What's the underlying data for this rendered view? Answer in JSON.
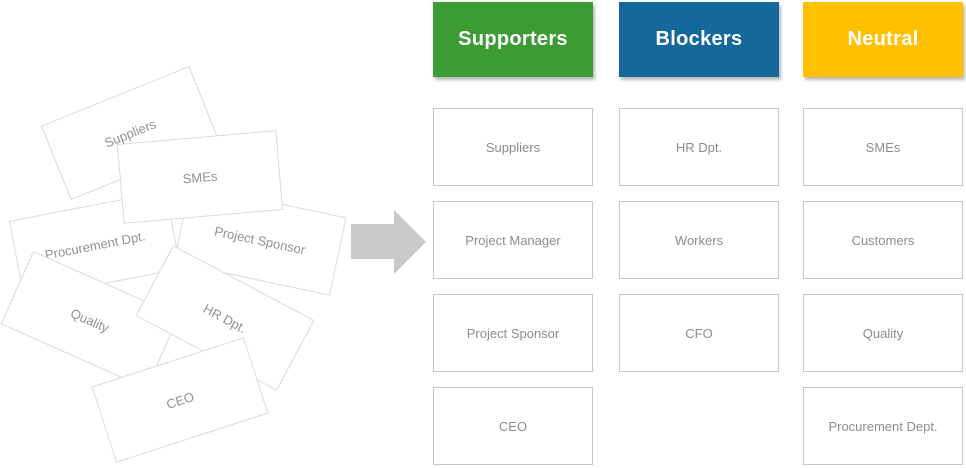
{
  "diagram": {
    "arrow_color": "#C9C9C9",
    "card_border_color": "#C6C6C6",
    "pile_border_color": "#DADADA",
    "text_color": "#8C8C8C"
  },
  "pile": {
    "cards": [
      {
        "label": "Suppliers"
      },
      {
        "label": "SMEs"
      },
      {
        "label": "Procurement Dpt."
      },
      {
        "label": "Project Sponsor"
      },
      {
        "label": "Quality"
      },
      {
        "label": "HR Dpt."
      },
      {
        "label": "CEO"
      }
    ]
  },
  "columns": [
    {
      "title": "Supporters",
      "color": "#3C9B35",
      "items": [
        "Suppliers",
        "Project Manager",
        "Project Sponsor",
        "CEO"
      ]
    },
    {
      "title": "Blockers",
      "color": "#15689A",
      "items": [
        "HR Dpt.",
        "Workers",
        "CFO"
      ]
    },
    {
      "title": "Neutral",
      "color": "#FFC000",
      "items": [
        "SMEs",
        "Customers",
        "Quality",
        "Procurement Dept."
      ]
    }
  ]
}
